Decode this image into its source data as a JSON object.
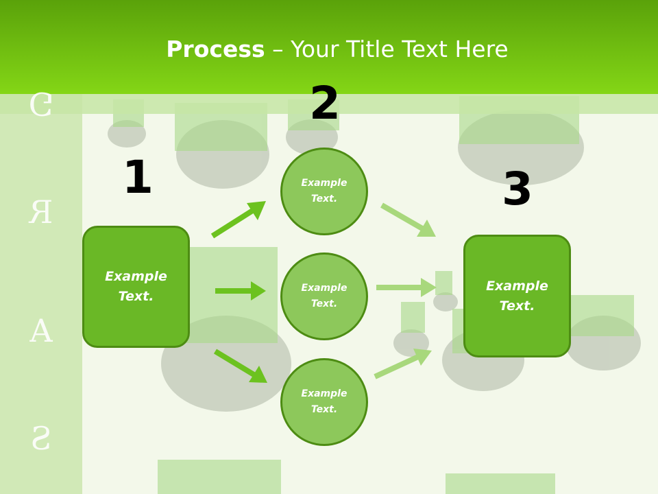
{
  "slide": {
    "title_bold": "Process",
    "title_rest": " – Your Title Text Here",
    "side_letters": [
      "G",
      "R",
      "A",
      "S"
    ],
    "step_numbers": [
      "1",
      "2",
      "3"
    ],
    "left_box": "Example Text.",
    "right_box": "Example Text.",
    "circles": [
      "Example Text.",
      "Example Text.",
      "Example Text."
    ]
  },
  "colors": {
    "header": "#6fbd10",
    "box_fill": "#6ab826",
    "circle_fill": "#8dc85b",
    "arrow_dark": "#6cc21f",
    "arrow_light": "#a8d87c"
  }
}
